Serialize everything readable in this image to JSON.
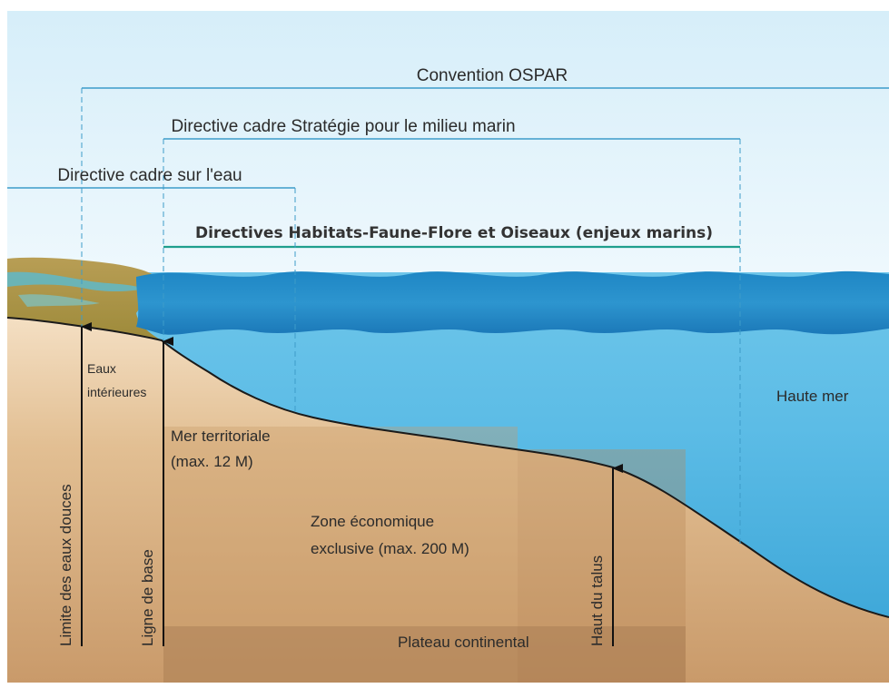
{
  "frameworks": {
    "ospar": "Convention OSPAR",
    "dcsmm": "Directive cadre Stratégie pour le milieu marin",
    "dce": "Directive cadre sur l'eau",
    "habitats": "Directives Habitats-Faune-Flore et Oiseaux (enjeux marins)"
  },
  "zones": {
    "inland_waters_1": "Eaux",
    "inland_waters_2": "intérieures",
    "territorial_1": "Mer territoriale",
    "territorial_2": "(max. 12 M)",
    "eez_1": "Zone économique",
    "eez_2": "exclusive (max. 200 M)",
    "high_seas": "Haute mer",
    "shelf": "Plateau continental"
  },
  "limits": {
    "freshwater": "Limite des eaux douces",
    "baseline": "Ligne de base",
    "slope_top": "Haut du talus"
  },
  "colors": {
    "framework_line": "#3d9cc9",
    "habitats_line": "#1f9f8d",
    "sea_surface": "#1f7fbf",
    "sea_deep": "#4fb6e0",
    "land": "#c79a6b",
    "coast_land": "#a89040"
  }
}
